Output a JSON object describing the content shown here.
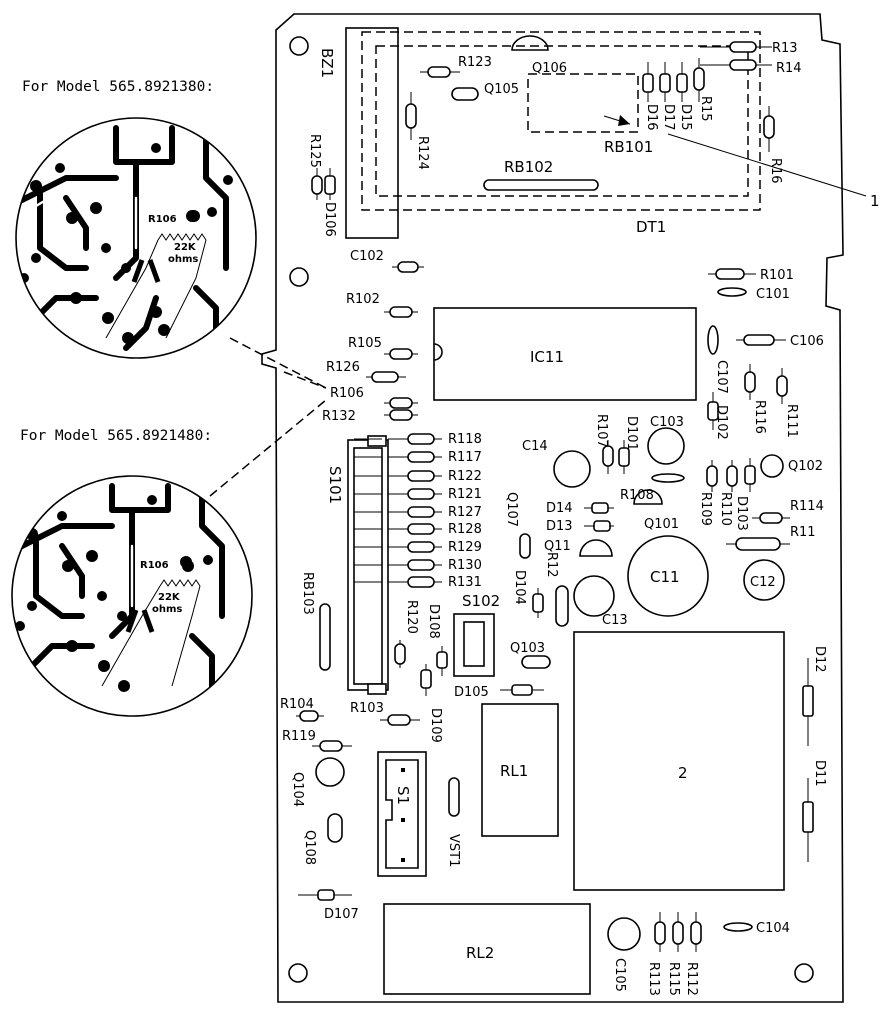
{
  "callouts": {
    "model_a": "For Model 565.8921380:",
    "model_b": "For Model 565.8921480:",
    "ref_1": "1",
    "ref_2": "2"
  },
  "inset": {
    "resistor": "R106",
    "value": "22K",
    "unit": "ohms"
  },
  "labels": {
    "BZ1": "BZ1",
    "R123": "R123",
    "Q106": "Q106",
    "Q105": "Q105",
    "R13": "R13",
    "R14": "R14",
    "D16": "D16",
    "D17": "D17",
    "D15": "D15",
    "R15": "R15",
    "R16": "R16",
    "RB101": "RB101",
    "R124": "R124",
    "RB102": "RB102",
    "DT1": "DT1",
    "R125": "R125",
    "D106": "D106",
    "C102": "C102",
    "R101": "R101",
    "C101": "C101",
    "R102": "R102",
    "R105": "R105",
    "IC11": "IC11",
    "C106": "C106",
    "R126": "R126",
    "R106": "R106",
    "C107": "C107",
    "R132": "R132",
    "D102": "D102",
    "R116": "R116",
    "R111": "R111",
    "R107": "R107",
    "D101": "D101",
    "C103": "C103",
    "R118": "R118",
    "R117": "R117",
    "R122": "R122",
    "R121": "R121",
    "R127": "R127",
    "R128": "R128",
    "R129": "R129",
    "R130": "R130",
    "R131": "R131",
    "S101": "S101",
    "C14": "C14",
    "R108": "R108",
    "R109": "R109",
    "R110": "R110",
    "D103": "D103",
    "Q102": "Q102",
    "R114": "R114",
    "R11": "R11",
    "Q107": "Q107",
    "D14": "D14",
    "D13": "D13",
    "Q101": "Q101",
    "Q11": "Q11",
    "R12": "R12",
    "C11": "C11",
    "C12": "C12",
    "D104": "D104",
    "C13": "C13",
    "RB103": "RB103",
    "R120": "R120",
    "D108": "D108",
    "S102": "S102",
    "Q103": "Q103",
    "D105": "D105",
    "D12": "D12",
    "R104": "R104",
    "R103": "R103",
    "D109": "D109",
    "R119": "R119",
    "RL1": "RL1",
    "Q104": "Q104",
    "S1": "S1",
    "D11": "D11",
    "Q108": "Q108",
    "VST1": "VST1",
    "D107": "D107",
    "RL2": "RL2",
    "C104": "C104",
    "C105": "C105",
    "R113": "R113",
    "R115": "R115",
    "R112": "R112"
  }
}
